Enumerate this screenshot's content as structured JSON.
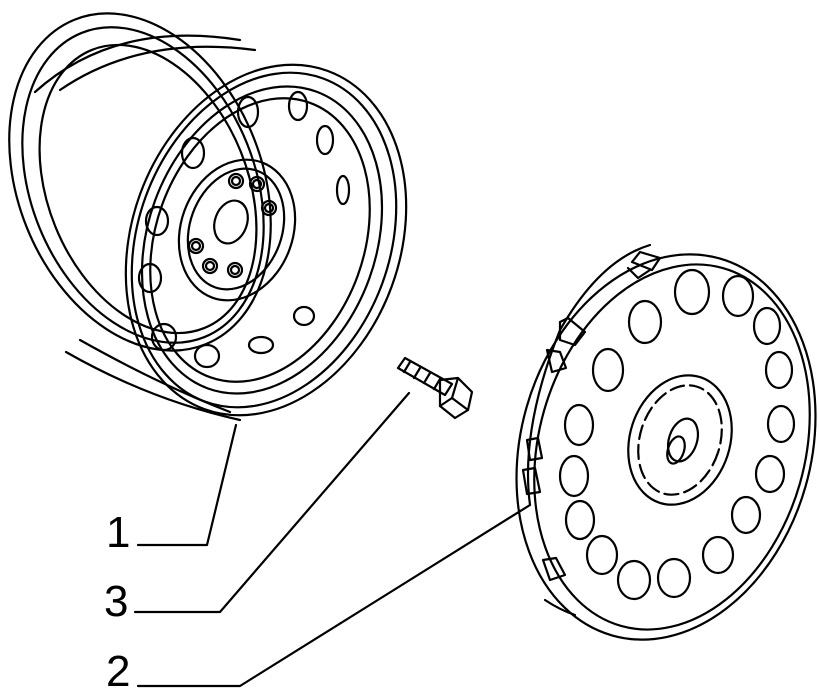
{
  "callouts": [
    {
      "id": "1",
      "label": "1"
    },
    {
      "id": "3",
      "label": "3"
    },
    {
      "id": "2",
      "label": "2"
    }
  ],
  "colors": {
    "ink": "#000000",
    "paper": "#ffffff"
  }
}
